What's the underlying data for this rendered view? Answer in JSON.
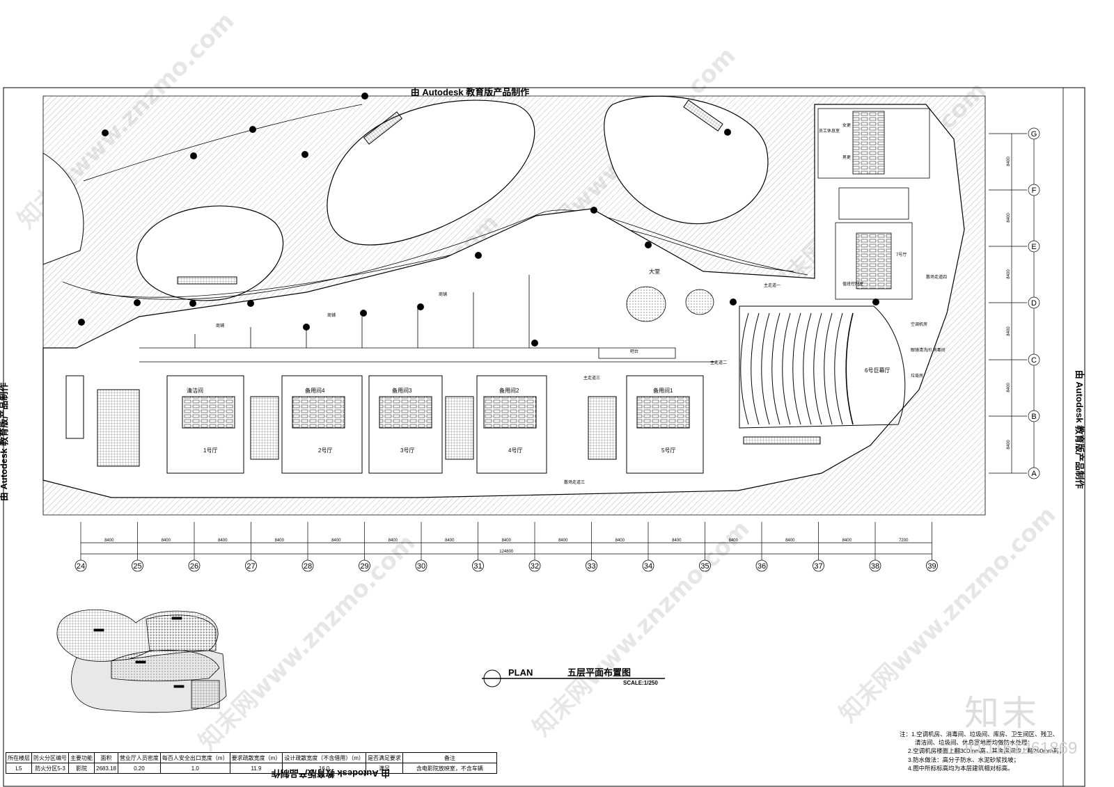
{
  "title_banner": "由 Autodesk 教育版产品制作",
  "plan_label": "PLAN",
  "plan_title": "五层平面布置图",
  "plan_scale": "SCALE:1/250",
  "watermark_text": "知末网www.znzmo.com",
  "logo_text": "知末",
  "id_text": "ID:1161261869",
  "row_axes": [
    "G",
    "F",
    "E",
    "D",
    "C",
    "B",
    "A"
  ],
  "row_dims": [
    "8400",
    "8400",
    "8400",
    "8400",
    "8400",
    "8400"
  ],
  "col_axes": [
    "24",
    "25",
    "26",
    "27",
    "28",
    "29",
    "30",
    "31",
    "32",
    "33",
    "34",
    "35",
    "36",
    "37",
    "38",
    "39"
  ],
  "col_dims": [
    "8400",
    "8400",
    "8400",
    "8400",
    "8400",
    "8400",
    "8400",
    "8400",
    "8400",
    "8400",
    "8400",
    "8400",
    "8400",
    "8400",
    "7200"
  ],
  "col_total": "124800",
  "rooms": {
    "hall1": "1号厅",
    "hall2": "2号厅",
    "hall3": "3号厅",
    "hall4": "4号厅",
    "hall5": "5号厅",
    "hall6": "6号巨幕厅",
    "hall7": "7号厅",
    "clean": "清洁间",
    "spare4": "备用间4",
    "spare3": "备用间3",
    "spare2": "备用间2",
    "spare1": "备用间1",
    "lobby": "大堂",
    "bar": "吧台",
    "aisle_main3": "主走道三",
    "aisle_main1": "主走道一",
    "aisle_main2": "主走道二",
    "aisle_scatter3": "散场走道三",
    "aisle_scatter4": "散场走道四",
    "hvac": "空调机房",
    "disinfect": "眼镜清洗间 消毒间",
    "trash": "垃圾房",
    "staff": "员工休息室",
    "female": "女更",
    "male": "男更",
    "monitor": "值班控制室",
    "shops": "商铺"
  },
  "table": {
    "headers": [
      "所在楼层",
      "防火分区编号",
      "主要功能",
      "面积",
      "营业厅人员密度",
      "每百人安全出口宽度（m）",
      "要求疏散宽度（m）",
      "设计疏散宽度（不含借用）（m）",
      "是否满足要求",
      "备注"
    ],
    "row": [
      "L5",
      "防火分区5-3",
      "影院",
      "2683.18",
      "0.20",
      "1.0",
      "11.9",
      "16.0",
      "满足",
      "含电影院放映室，不含车辆"
    ]
  },
  "notes": {
    "n1": "注：1.空调机房、消毒间、垃圾间、库房、卫生间区、残卫、",
    "n1b": "清洁间、垃圾间、休息室地面均做防水处理；",
    "n2": "2.空调机房楼面上翻300mm高，其余房间均上翻200mm高；",
    "n3": "3.防水做法：高分子防水、水泥砂浆找坡；",
    "n4": "4.图中所标标高均为本层建筑相对标高。"
  }
}
